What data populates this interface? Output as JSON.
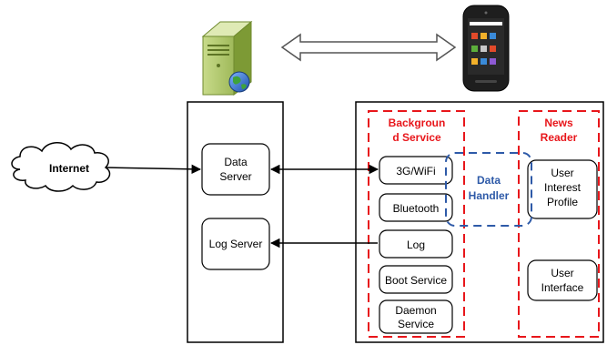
{
  "diagram": {
    "internet_label": "Internet",
    "server_column": {
      "data_server": [
        "Data",
        "Server"
      ],
      "log_server": "Log Server"
    },
    "phone_column": {
      "background_service_title": [
        "Backgroun",
        "d Service"
      ],
      "data_handler_title": [
        "Data",
        "Handler"
      ],
      "news_reader_title": [
        "News",
        "Reader"
      ],
      "wifi": "3G/WiFi",
      "bluetooth": "Bluetooth",
      "log": "Log",
      "boot_service": "Boot Service",
      "daemon_service": [
        "Daemon",
        "Service"
      ],
      "user_interest_profile": [
        "User",
        "Interest",
        "Profile"
      ],
      "user_interface": [
        "User",
        "Interface"
      ]
    },
    "colors": {
      "background_service": "#e8161b",
      "news_reader": "#e8161b",
      "data_handler": "#2e5aa8",
      "server_body": "#9fb95a",
      "server_dark": "#6f8a2e"
    }
  }
}
